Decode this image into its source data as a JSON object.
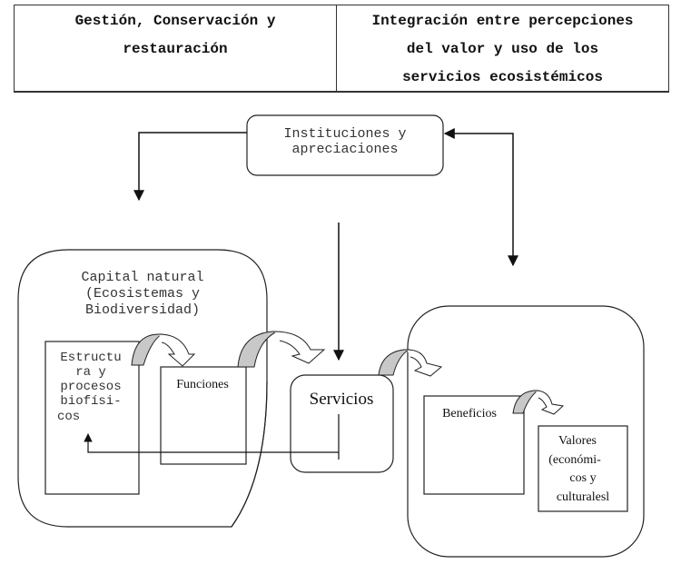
{
  "header": {
    "left_lines": [
      "Gestión, Conservación y",
      "restauración"
    ],
    "right_lines": [
      "Integración entre percepciones",
      "del valor y uso de los",
      "servicios ecosistémicos"
    ]
  },
  "nodes": {
    "instituciones": [
      "Instituciones y",
      "apreciaciones"
    ],
    "capital_natural": [
      "Capital natural",
      "(Ecosistemas y",
      "Biodiversidad)"
    ],
    "estructura": [
      "Estructu",
      "ra y",
      "procesos",
      "biofísi-",
      "cos"
    ],
    "funciones": "Funciones",
    "servicios": "Servicios",
    "beneficios": "Beneficios",
    "valores": [
      "Valores",
      "(económi-",
      "cos y",
      "culturalesl"
    ]
  },
  "colors": {
    "stroke": "#222222",
    "arrow_fill": "#c8c8c8"
  }
}
